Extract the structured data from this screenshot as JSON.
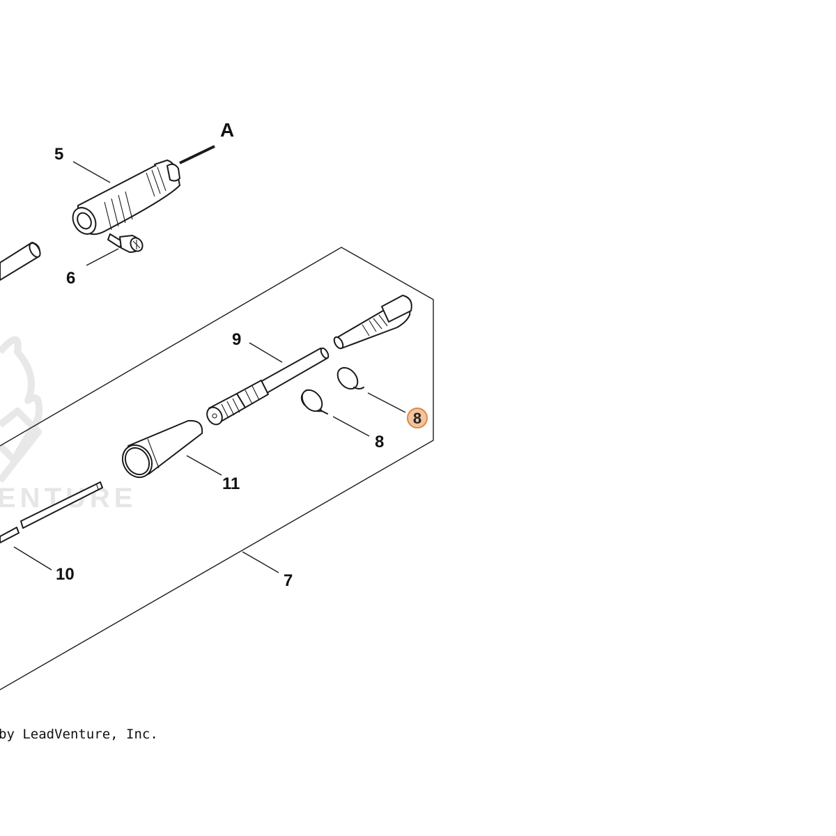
{
  "callouts": {
    "a": "A",
    "c5": "5",
    "c6": "6",
    "c9": "9",
    "c8_left": "8",
    "c8_right": "8",
    "c11": "11",
    "c10": "10",
    "c7": "7"
  },
  "watermark": "ENTURE",
  "copyright": "by LeadVenture, Inc.",
  "highlight_color": "#f3c49e"
}
